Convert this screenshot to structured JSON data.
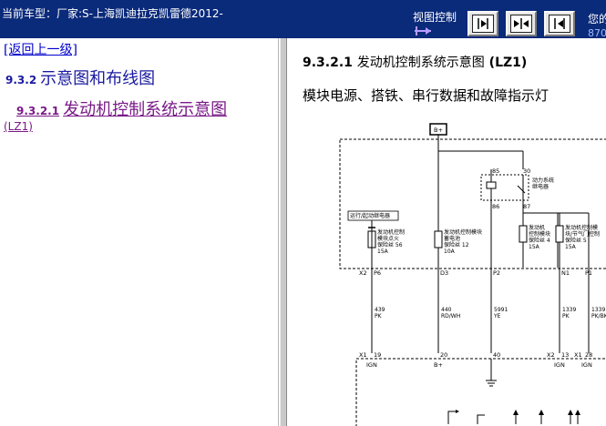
{
  "header": {
    "car_model": "当前车型：厂家:S-上海凯迪拉克凯雷德2012-",
    "view_control": "视图控制",
    "user_label": "您的",
    "user_num": "870"
  },
  "nav": {
    "back_link": "[返回上一级]",
    "section_number": "9.3.2",
    "section_title": "示意图和布线图",
    "subsection_number": "9.3.2.1",
    "subsection_title": "发动机控制系统示意图",
    "subsection_suffix": "(LZ1)"
  },
  "document": {
    "heading_number": "9.3.2.1",
    "heading_title": "发动机控制系统示意图",
    "heading_suffix": "(LZ1)",
    "subheading": "模块电源、搭铁、串行数据和故障指示灯"
  },
  "diagram": {
    "bplus_top": "B+",
    "relay_pin_85": "85",
    "relay_pin_30": "30",
    "relay_pin_86": "86",
    "relay_pin_87": "87",
    "relay_name": "动力系统",
    "relay_name_2": "继电器",
    "run_crank_relay": "运行/起动继电器",
    "fuse_ign_1": "发动机控制",
    "fuse_ign_2": "模块点火",
    "fuse_ign_3": "保险丝 56",
    "fuse_ign_4": "15A",
    "fuse_batt_1": "发动机控制模块",
    "fuse_batt_2": "蓄电池",
    "fuse_batt_3": "保险丝 12",
    "fuse_batt_4": "10A",
    "fuse_f4_1": "发动机",
    "fuse_f4_2": "控制模块",
    "fuse_f4_3": "保险丝 4",
    "fuse_f4_4": "15A",
    "fuse_f5_1": "发动机控制模",
    "fuse_f5_2": "块/节气门控制",
    "fuse_f5_3": "保险丝 5",
    "fuse_f5_4": "15A",
    "x2_label": "X2",
    "pin_p6": "P6",
    "pin_d3": "D3",
    "pin_p2": "P2",
    "pin_n1": "N1",
    "pin_p1": "P1",
    "wire_439": "439",
    "wire_439_color": "PK",
    "wire_440": "440",
    "wire_440_color": "RD/WH",
    "wire_5991": "5991",
    "wire_5991_color": "YE",
    "wire_1339a": "1339",
    "wire_1339a_color": "PK",
    "wire_1339b": "1339",
    "wire_1339b_color": "PK/BK",
    "x1_label": "X1",
    "pin_19": "19",
    "pin_20": "20",
    "pin_40": "40",
    "x2b_label": "X2",
    "pin_13": "13",
    "x1b_label": "X1",
    "pin_28": "28",
    "lbl_ign_1": "IGN",
    "lbl_bplus": "B+",
    "lbl_ign_2": "IGN",
    "lbl_ign_3": "IGN"
  },
  "colors": {
    "header_bg": "#0a2a7a",
    "link_blue": "#0000cc",
    "link_visited": "#7a1a88"
  }
}
